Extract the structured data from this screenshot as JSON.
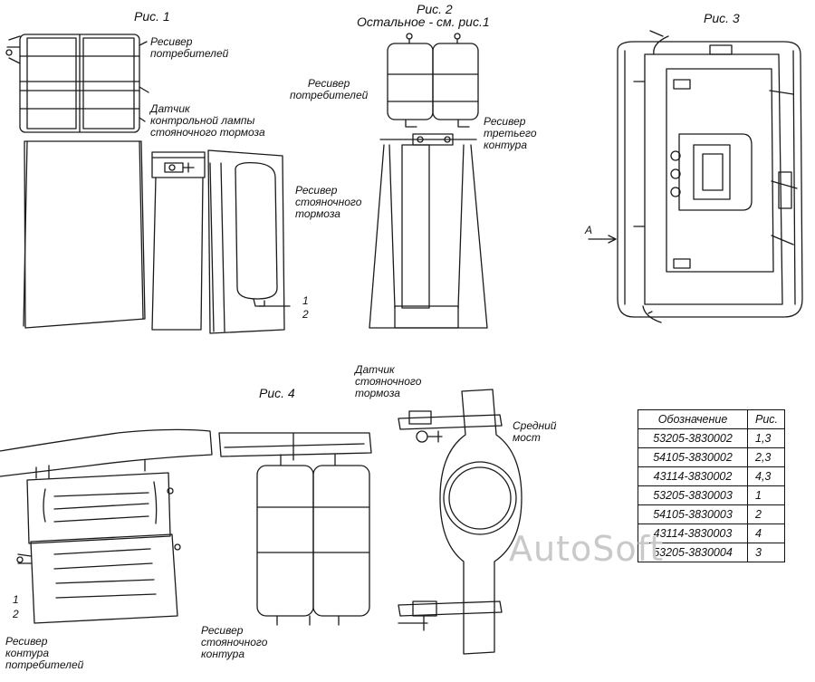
{
  "fig1": {
    "title": "Рис. 1",
    "label_receiver_consumers": [
      "Ресивер",
      "потребителей"
    ],
    "label_sensor": [
      "Датчик",
      "контрольной лампы",
      "стояночного тормоза"
    ],
    "label_receiver_parking": [
      "Ресивер",
      "стояночного",
      "тормоза"
    ],
    "callout_1": "1",
    "callout_2": "2"
  },
  "fig2": {
    "title": "Рис. 2",
    "subtitle": "Остальное - см. рис.1",
    "label_receiver_consumers": [
      "Ресивер",
      "потребителей"
    ],
    "label_receiver_third": [
      "Ресивер",
      "третьего",
      "контура"
    ]
  },
  "fig3": {
    "title": "Рис. 3",
    "view_arrow": "A"
  },
  "fig4": {
    "title": "Рис. 4",
    "callout_1": "1",
    "callout_2": "2",
    "label_receiver_circuit": [
      "Ресивер",
      "контура",
      "потребителей"
    ],
    "label_receiver_parking_circuit": [
      "Ресивер",
      "стояночного",
      "контура"
    ],
    "label_sensor": [
      "Датчик",
      "стояночного",
      "тормоза"
    ],
    "label_middle_axle": [
      "Средний",
      "мост"
    ]
  },
  "table": {
    "headers": [
      "Обозначение",
      "Рис."
    ],
    "rows": [
      [
        "53205-3830002",
        "1,3"
      ],
      [
        "54105-3830002",
        "2,3"
      ],
      [
        "43114-3830002",
        "4,3"
      ],
      [
        "53205-3830003",
        "1"
      ],
      [
        "54105-3830003",
        "2"
      ],
      [
        "43114-3830003",
        "4"
      ],
      [
        "53205-3830004",
        "3"
      ]
    ]
  },
  "watermark": "AutoSoft"
}
